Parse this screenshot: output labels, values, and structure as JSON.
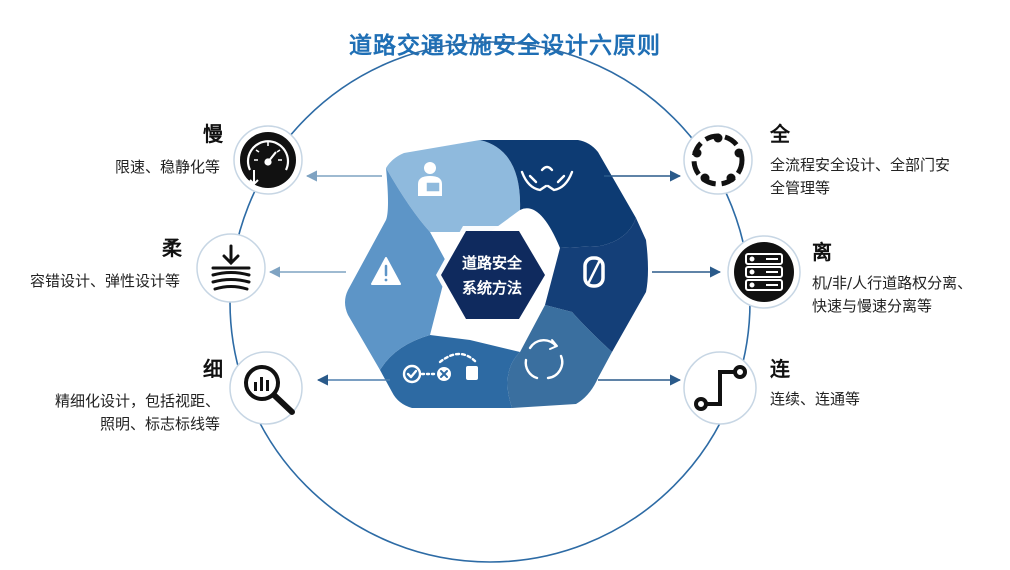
{
  "title": "道路交通设施安全设计六原则",
  "center": {
    "line1": "道路安全",
    "line2": "系统方法"
  },
  "principles": [
    {
      "label": "慢",
      "desc": [
        "限速、稳静化等"
      ],
      "icon": "speedometer-icon"
    },
    {
      "label": "柔",
      "desc": [
        "容错设计、弹性设计等"
      ],
      "icon": "layers-down-icon"
    },
    {
      "label": "细",
      "desc": [
        "精细化设计，包括视距、",
        "照明、标志标线等"
      ],
      "icon": "magnify-chart-icon"
    },
    {
      "label": "全",
      "desc": [
        "全流程安全设计、全部门安",
        "全管理等"
      ],
      "icon": "people-circle-icon"
    },
    {
      "label": "离",
      "desc": [
        "机/非/人行道路权分离、",
        "快速与慢速分离等"
      ],
      "icon": "server-icon"
    },
    {
      "label": "连",
      "desc": [
        "连续、连通等"
      ],
      "icon": "connection-path-icon"
    }
  ],
  "colors": {
    "title": "#1f6fb5",
    "navy": "#0d2a5c",
    "dark": "#1a4a82",
    "mid": "#3d78ad",
    "light": "#6fa4cf",
    "pale": "#8fbadd"
  }
}
